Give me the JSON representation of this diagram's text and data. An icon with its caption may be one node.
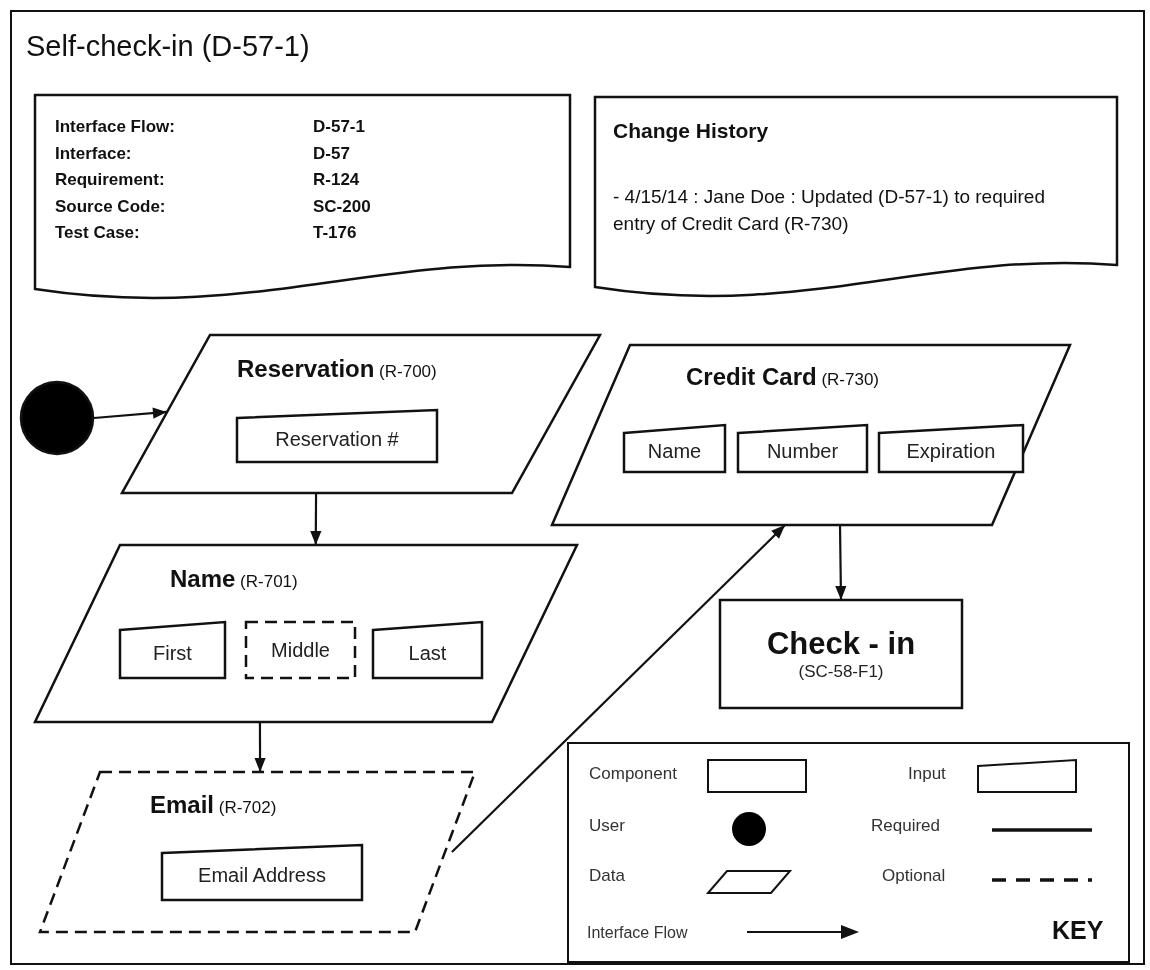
{
  "diagram": {
    "title": "Self-check-in (D-57-1)",
    "nodes": [
      {
        "text": [
          "Interface Flow:",
          "D-57-1",
          "Interface:",
          "D-57",
          "Requirement:",
          "R-124",
          "Source Code:",
          "SC-200",
          "Test Case:",
          "T-176"
        ]
      },
      {
        "text": [
          "Change History",
          "- 4/15/14 : Jane Doe : Updated (D-57-1) to required entry of Credit Card (R-730)"
        ]
      },
      {
        "text": [],
        "shape": "circle"
      },
      {
        "text": [
          "**Reservation** (R-700)"
        ]
      },
      {
        "text": [
          "Reservation #"
        ],
        "in": 3
      },
      {
        "text": [
          "**Name** (R-701)"
        ]
      },
      {
        "text": [
          "First"
        ],
        "in": 5
      },
      {
        "text": [
          "Middle"
        ],
        "in": 5
      },
      {
        "text": [
          "Last"
        ],
        "in": 5
      },
      {
        "text": [
          "**Email** (R-702)"
        ]
      },
      {
        "text": [
          "Email Address"
        ],
        "in": 9
      },
      {
        "text": [
          "**Credit Card** (R-730)"
        ]
      },
      {
        "text": [
          "Name"
        ],
        "in": 11
      },
      {
        "text": [
          "Number"
        ],
        "in": 11
      },
      {
        "text": [
          "Expiration"
        ],
        "in": 11
      },
      {
        "text": [
          "Check - in",
          "(SC-58-F1)"
        ]
      }
    ],
    "edges": [
      {
        "from": 2,
        "to": 3,
        "arrow": "to"
      },
      {
        "from": 3,
        "to": 5,
        "arrow": "to"
      },
      {
        "from": 5,
        "to": 9,
        "arrow": "to"
      },
      {
        "from": 9,
        "to": 11,
        "arrow": "to"
      },
      {
        "from": 11,
        "to": 15,
        "arrow": "to"
      }
    ],
    "labels": [
      "KEY"
    ],
    "legend": [
      {
        "text": "Component"
      },
      {
        "text": "Input"
      },
      {
        "text": "User"
      },
      {
        "text": "Required"
      },
      {
        "text": "Data"
      },
      {
        "text": "Optional"
      },
      {
        "text": "Interface Flow"
      }
    ]
  }
}
